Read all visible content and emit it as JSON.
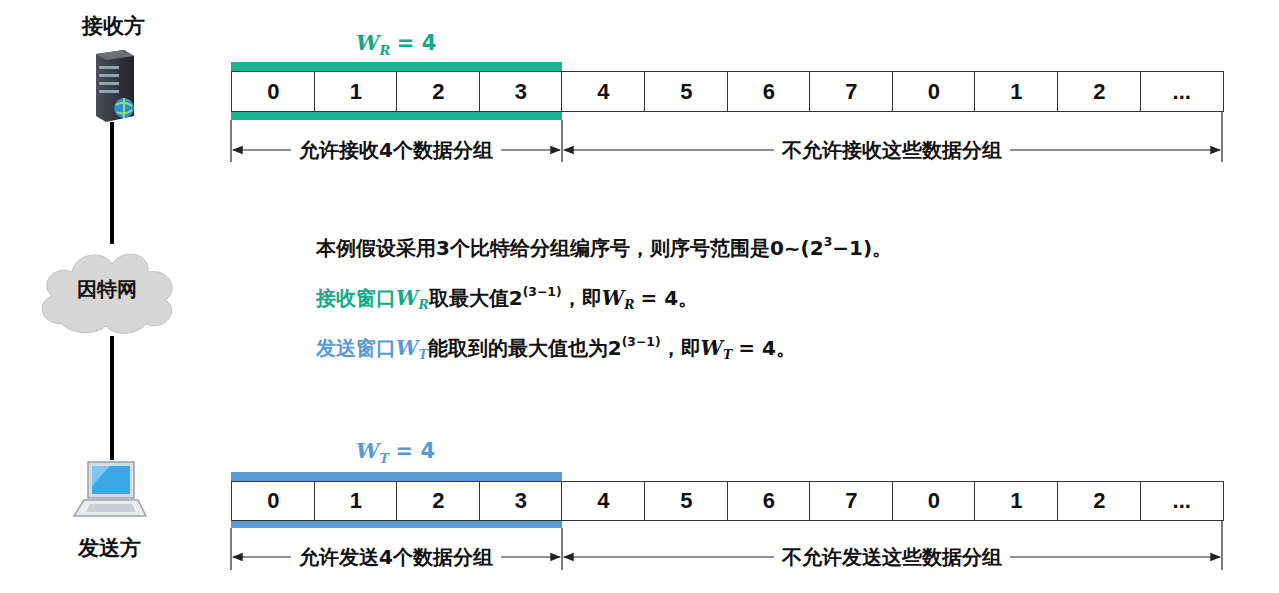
{
  "diagram": {
    "nodes": [
      {
        "text": [
          "接收方"
        ]
      },
      {
        "text": [
          "因特网"
        ]
      },
      {
        "text": [
          "发送方"
        ]
      },
      {
        "text": [
          "0"
        ]
      },
      {
        "text": [
          "1"
        ]
      },
      {
        "text": [
          "2"
        ]
      },
      {
        "text": [
          "3"
        ]
      },
      {
        "text": [
          "4"
        ]
      },
      {
        "text": [
          "5"
        ]
      },
      {
        "text": [
          "6"
        ]
      },
      {
        "text": [
          "7"
        ]
      },
      {
        "text": [
          "0"
        ]
      },
      {
        "text": [
          "1"
        ]
      },
      {
        "text": [
          "2"
        ]
      },
      {
        "text": [
          "..."
        ]
      },
      {
        "text": [
          "0"
        ]
      },
      {
        "text": [
          "1"
        ]
      },
      {
        "text": [
          "2"
        ]
      },
      {
        "text": [
          "3"
        ]
      },
      {
        "text": [
          "4"
        ]
      },
      {
        "text": [
          "5"
        ]
      },
      {
        "text": [
          "6"
        ]
      },
      {
        "text": [
          "7"
        ]
      },
      {
        "text": [
          "0"
        ]
      },
      {
        "text": [
          "1"
        ]
      },
      {
        "text": [
          "2"
        ]
      },
      {
        "text": [
          "..."
        ]
      }
    ],
    "edges": [
      {
        "from": 0,
        "to": 1,
        "arrow": "none"
      },
      {
        "from": 1,
        "to": 2,
        "arrow": "none"
      }
    ],
    "labels": [
      "W",
      "R",
      "= 4",
      "允许接收4个数据分组",
      "不允许接收这些数据分组",
      "本例假设采用3个比特给分组编序号，则序号范围是0~(2",
      "3",
      "−1)。",
      "接收窗口",
      "W",
      "R",
      "取最大值2",
      "(3−1)",
      "，即",
      "W",
      "R",
      "= 4。",
      "发送窗口",
      "W",
      "T",
      "能取到的最大值也为2",
      "(3−1)",
      "，即",
      "W",
      "T",
      "= 4。",
      "W",
      "T",
      "= 4",
      "允许发送4个数据分组",
      "不允许发送这些数据分组"
    ]
  }
}
